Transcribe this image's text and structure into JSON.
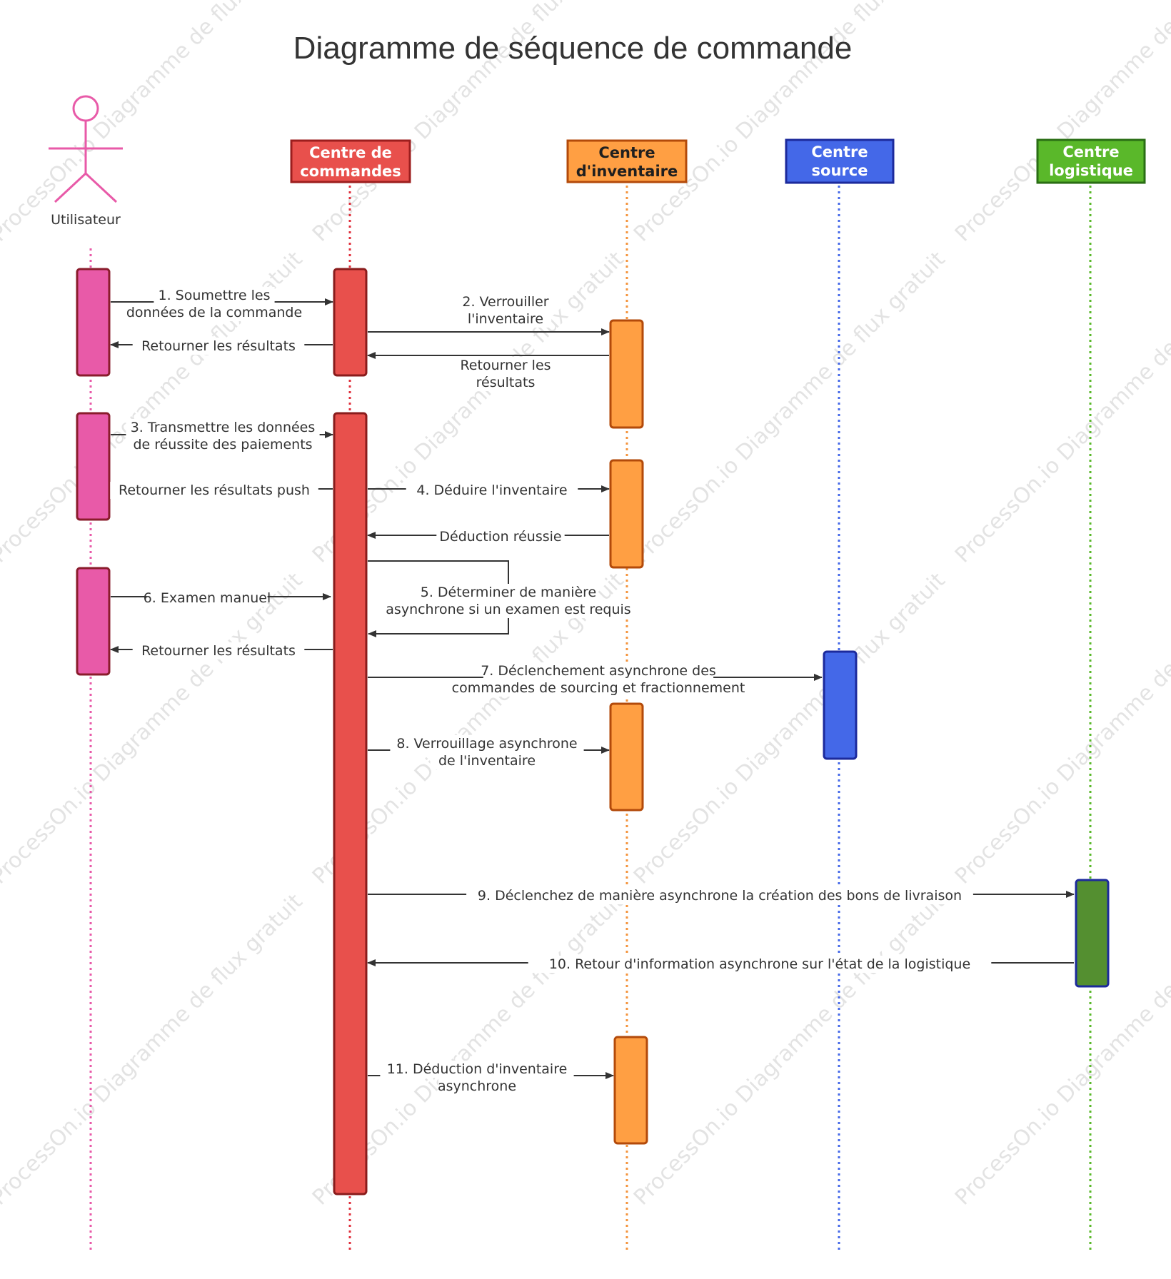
{
  "title": "Diagramme de séquence de commande",
  "watermark": "ProcessOn.io Diagramme de flux gratuit",
  "actor": {
    "label": "Utilisateur",
    "color": "#e85aa8"
  },
  "participants": [
    {
      "id": "cmd",
      "line1": "Centre de",
      "line2": "commandes",
      "fill": "#e8504c",
      "border": "#9c1e1e",
      "lifeline": "#e0303c",
      "text_dark": false
    },
    {
      "id": "inv",
      "line1": "Centre",
      "line2": "d'inventaire",
      "fill": "#ff9f43",
      "border": "#b34a0a",
      "lifeline": "#f4943c",
      "text_dark": true
    },
    {
      "id": "src",
      "line1": "Centre",
      "line2": "source",
      "fill": "#4468e8",
      "border": "#1c2a9c",
      "lifeline": "#4468e8",
      "text_dark": false
    },
    {
      "id": "log",
      "line1": "Centre",
      "line2": "logistique",
      "fill": "#5ab82a",
      "border": "#2a6e14",
      "lifeline": "#5ab82a",
      "text_dark": false
    }
  ],
  "messages": {
    "m1": [
      "1. Soumettre les",
      "données de la commande"
    ],
    "r1": [
      "Retourner les résultats"
    ],
    "m2": [
      "2. Verrouiller",
      "l'inventaire"
    ],
    "r2": [
      "Retourner les",
      "résultats"
    ],
    "m3": [
      "3. Transmettre les données",
      "de réussite des paiements"
    ],
    "r3": [
      "Retourner les résultats push"
    ],
    "m4": [
      "4. Déduire l'inventaire"
    ],
    "r4": [
      "Déduction réussie"
    ],
    "m5": [
      "5. Déterminer de manière",
      "asynchrone si un examen est requis"
    ],
    "m6": [
      "6. Examen manuel"
    ],
    "r6": [
      "Retourner les résultats"
    ],
    "m7": [
      "7. Déclenchement asynchrone des",
      "commandes de sourcing et fractionnement"
    ],
    "m8": [
      "8. Verrouillage asynchrone",
      "de l'inventaire"
    ],
    "m9": [
      "9. Déclenchez de manière asynchrone la création des bons de livraison"
    ],
    "m10": [
      "10. Retour d'information asynchrone sur l'état de la logistique"
    ],
    "m11": [
      "11. Déduction d'inventaire",
      "asynchrone"
    ]
  },
  "activation_colors": {
    "user": {
      "fill": "#e85aa8",
      "border": "#8a1c2c"
    },
    "cmd": {
      "fill": "#e8504c",
      "border": "#8a1c1c"
    },
    "inv": {
      "fill": "#ff9f43",
      "border": "#b34a0a"
    },
    "src": {
      "fill": "#4468e8",
      "border": "#1c2a9c"
    },
    "log": {
      "fill": "#548f30",
      "border": "#1c2a9c"
    }
  }
}
